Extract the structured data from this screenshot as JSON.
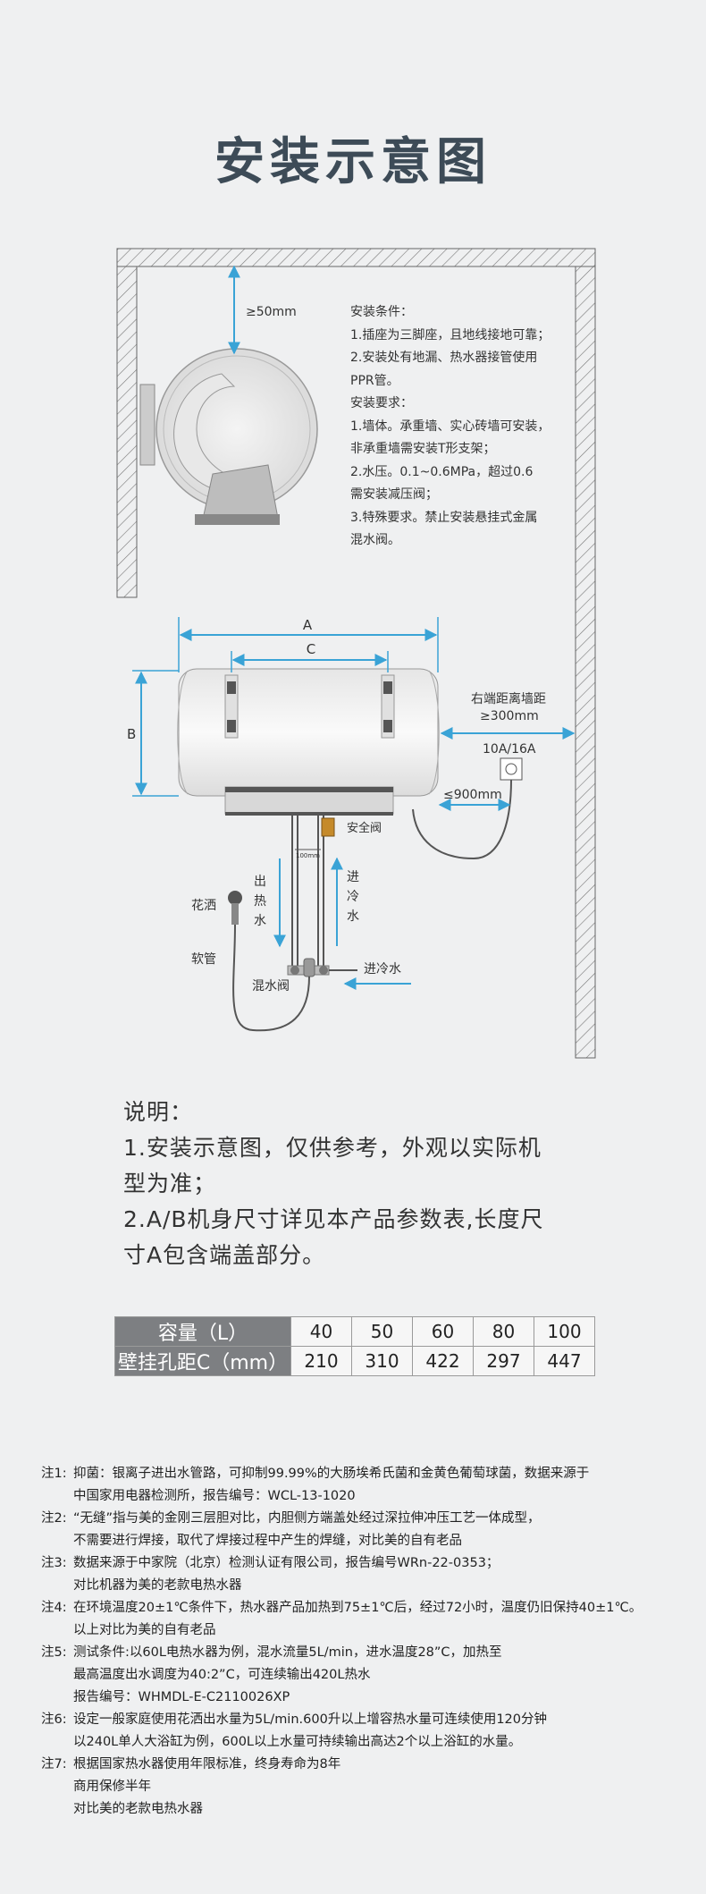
{
  "title": "安装示意图",
  "conditions": [
    "安装条件：",
    "1.插座为三脚座，且地线接地可靠；",
    "2.安装处有地漏、热水器接管使用",
    "PPR管。",
    "安装要求：",
    "1.墙体。承重墙、实心砖墙可安装，",
    "非承重墙需安装T形支架；",
    "2.水压。0.1~0.6MPa，超过0.6",
    "需安装减压阀；",
    "3.特殊要求。禁止安装悬挂式金属",
    "混水阀。"
  ],
  "labels": {
    "top_gap": "≥50mm",
    "dim_a": "A",
    "dim_c": "C",
    "dim_b": "B",
    "right_gap_1": "右端距离墙距",
    "right_gap_2": "≥300mm",
    "socket": "10A/16A",
    "socket_gap": "≤900mm",
    "safety_valve": "安全阀",
    "pipe_gap": "100mm",
    "hot_out": "出热水",
    "cold_in": "进冷水",
    "shower": "花洒",
    "hose": "软管",
    "mix_valve": "混水阀",
    "cold_in_2": "进冷水"
  },
  "notes": {
    "head": "说明：",
    "lines": [
      "1.安装示意图，仅供参考，外观以实际机",
      "型为准；",
      "2.A/B机身尺寸详见本产品参数表,长度尺",
      "寸A包含端盖部分。"
    ]
  },
  "spec_table": {
    "row1_header": "容量（L）",
    "row1_values": [
      "40",
      "50",
      "60",
      "80",
      "100"
    ],
    "row2_header": "壁挂孔距C（mm）",
    "row2_values": [
      "210",
      "310",
      "422",
      "297",
      "447"
    ]
  },
  "footnotes": [
    {
      "label": "注1:",
      "lines": [
        "抑菌：银离子进出水管路，可抑制99.99%的大肠埃希氏菌和金黄色葡萄球菌，数据来源于",
        "中国家用电器检测所，报告编号：WCL-13-1020"
      ]
    },
    {
      "label": "注2:",
      "lines": [
        "“无缝”指与美的金刚三层胆对比，内胆侧方端盖处经过深拉伸冲压工艺一体成型，",
        "不需要进行焊接，取代了焊接过程中产生的焊缝，对比美的自有老品"
      ]
    },
    {
      "label": "注3:",
      "lines": [
        "数据来源于中家院（北京）检测认证有限公司，报告编号WRn-22-0353；",
        "对比机器为美的老款电热水器"
      ]
    },
    {
      "label": "注4:",
      "lines": [
        "在环境温度20±1℃条件下，热水器产品加热到75±1℃后，经过72小时，温度仍旧保持40±1℃。",
        "以上对比为美的自有老品"
      ]
    },
    {
      "label": "注5:",
      "lines": [
        "测试条件:以60L电热水器为例，混水流量5L/min，进水温度28”C，加热至",
        "最高温度出水调度为40:2”C，可连续输出420L热水",
        "报告编号：WHMDL-E-C2110026XP"
      ]
    },
    {
      "label": "注6:",
      "lines": [
        "设定一般家庭使用花洒出水量为5L/min.600升以上增容热水量可连续使用120分钟",
        "以240L单人大浴缸为例，600L以上水量可持续输出高达2个以上浴缸的水量。"
      ]
    },
    {
      "label": "注7:",
      "lines": [
        "根据国家热水器使用年限标准，终身寿命为8年",
        "商用保修半年",
        "对比美的老款电热水器"
      ]
    }
  ],
  "colors": {
    "accent": "#3aa3d6",
    "title": "#3d4b57",
    "table_header": "#7d7f82"
  }
}
